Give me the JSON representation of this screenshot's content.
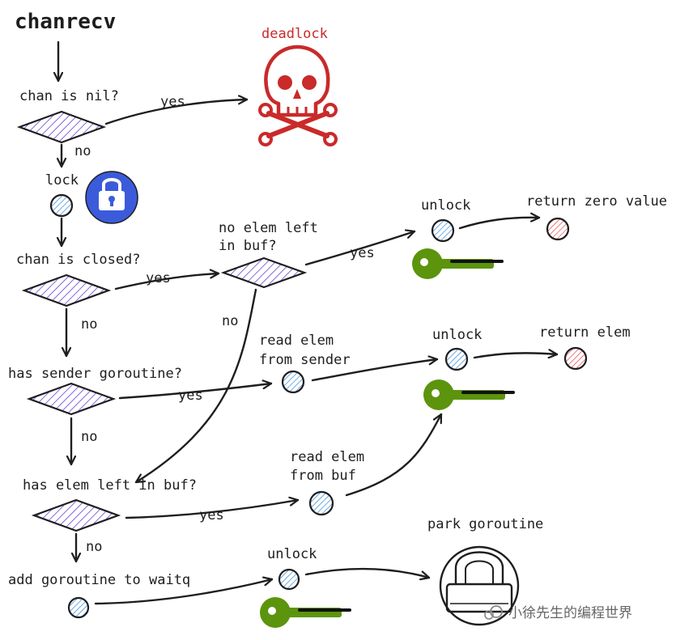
{
  "title": "chanrecv",
  "deadlock": "deadlock",
  "labels": {
    "chan_is_nil": "chan is nil?",
    "lock": "lock",
    "chan_is_closed": "chan is closed?",
    "no_elem_left_1": "no elem left",
    "no_elem_left_2": "in buf?",
    "unlock": "unlock",
    "return_zero_value": "return zero value",
    "read_from_sender_1": "read elem",
    "read_from_sender_2": "from sender",
    "return_elem": "return elem",
    "has_sender": "has sender goroutine?",
    "has_elem_left": "has elem left in buf?",
    "read_from_buf_1": "read elem",
    "read_from_buf_2": "from buf",
    "add_to_waitq": "add goroutine to waitq",
    "park_goroutine": "park goroutine",
    "yes": "yes",
    "no": "no"
  },
  "watermark": "小徐先生的编程世界",
  "colors": {
    "diamond_hatch": "#6741d9",
    "circle_hatch": "#1c7ed6",
    "red": "#c92a2a",
    "key_green": "#5c940d",
    "lock_bg": "#3b5bdb"
  }
}
